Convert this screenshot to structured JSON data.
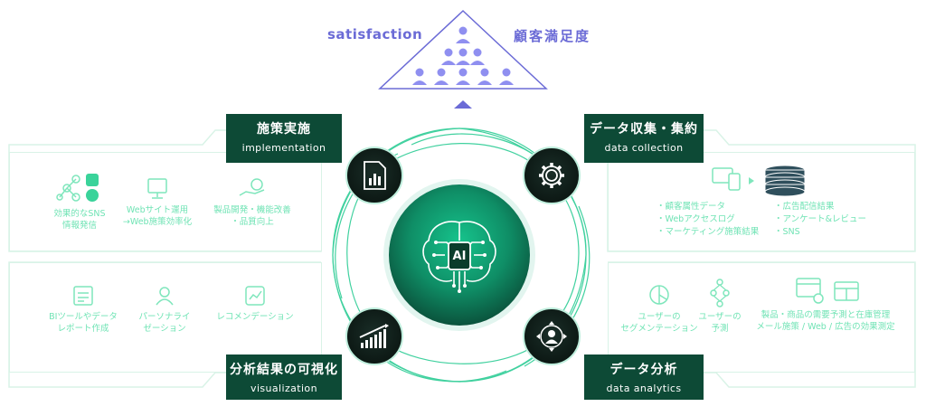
{
  "satisfaction": {
    "label_en": "satisfaction",
    "label_ja": "顧客満足度"
  },
  "center": {
    "ai_label": "AI"
  },
  "sections": {
    "implementation": {
      "ja": "施策実施",
      "en": "implementation"
    },
    "collection": {
      "ja": "データ収集・集約",
      "en": "data collection"
    },
    "visualization": {
      "ja": "分析結果の可視化",
      "en": "visualization"
    },
    "analytics": {
      "ja": "データ分析",
      "en": "data analytics"
    }
  },
  "implementation_items": [
    {
      "line1": "効果的なSNS",
      "line2": "情報発信",
      "icon": "network-icon"
    },
    {
      "line1": "Webサイト運用",
      "line2": "→Web施策効率化",
      "icon": "website-icon"
    },
    {
      "line1": "製品開発・機能改善",
      "line2": "・品質向上",
      "icon": "hand-coin-icon"
    }
  ],
  "collection_items": {
    "left": [
      "・顧客属性データ",
      "・Webアクセスログ",
      "・マーケティング施策結果"
    ],
    "right": [
      "・広告配信結果",
      "・アンケート&レビュー",
      "・SNS"
    ]
  },
  "visualization_items": [
    {
      "line1": "BIツールやデータ",
      "line2": "レポート作成",
      "icon": "report-icon"
    },
    {
      "line1": "パーソナライ",
      "line2": "ゼーション",
      "icon": "person-icon"
    },
    {
      "line1": "レコメンデーション",
      "line2": "",
      "icon": "recommend-icon"
    }
  ],
  "analytics_items": [
    {
      "line1": "ユーザーの",
      "line2": "セグメンテーション",
      "icon": "pie-icon"
    },
    {
      "line1": "ユーザーの",
      "line2": "予測",
      "icon": "flow-icon"
    },
    {
      "line1": "製品・商品の需要予測と在庫管理",
      "line2": "メール施策 / Web / 広告の効果測定",
      "icon": "dashboard-icon"
    }
  ],
  "colors": {
    "accent_dark": "#0d4a36",
    "accent_light": "#6fe3b4",
    "purple": "#6b6bd6"
  }
}
